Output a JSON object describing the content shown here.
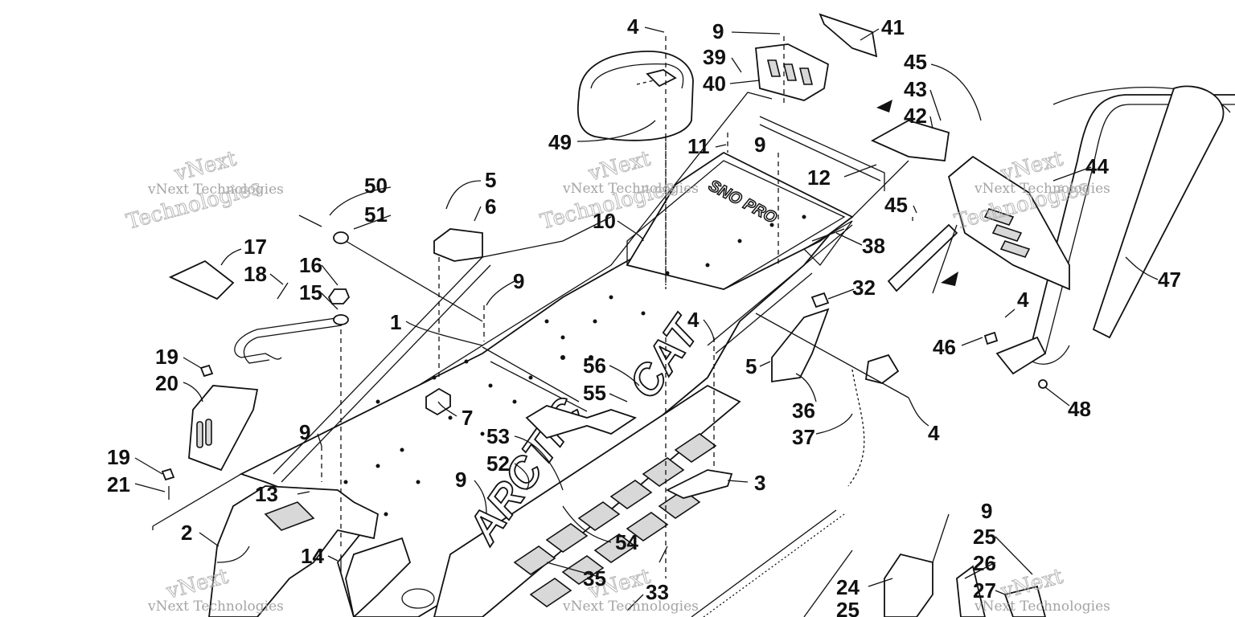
{
  "diagram": {
    "callouts": [
      {
        "id": "c4a",
        "text": "4"
      },
      {
        "id": "c9a",
        "text": "9"
      },
      {
        "id": "c41",
        "text": "41"
      },
      {
        "id": "c39",
        "text": "39"
      },
      {
        "id": "c40",
        "text": "40"
      },
      {
        "id": "c45a",
        "text": "45"
      },
      {
        "id": "c43",
        "text": "43"
      },
      {
        "id": "c42",
        "text": "42"
      },
      {
        "id": "c49",
        "text": "49"
      },
      {
        "id": "c11",
        "text": "11"
      },
      {
        "id": "c9b",
        "text": "9"
      },
      {
        "id": "c12",
        "text": "12"
      },
      {
        "id": "c44",
        "text": "44"
      },
      {
        "id": "c5a",
        "text": "5"
      },
      {
        "id": "c50",
        "text": "50"
      },
      {
        "id": "c6",
        "text": "6"
      },
      {
        "id": "c10",
        "text": "10"
      },
      {
        "id": "c45b",
        "text": "45"
      },
      {
        "id": "c51",
        "text": "51"
      },
      {
        "id": "c38",
        "text": "38"
      },
      {
        "id": "c17",
        "text": "17"
      },
      {
        "id": "c16",
        "text": "16"
      },
      {
        "id": "c18",
        "text": "18"
      },
      {
        "id": "c15",
        "text": "15"
      },
      {
        "id": "c9c",
        "text": "9"
      },
      {
        "id": "c32",
        "text": "32"
      },
      {
        "id": "c47",
        "text": "47"
      },
      {
        "id": "c1",
        "text": "1"
      },
      {
        "id": "c4b",
        "text": "4"
      },
      {
        "id": "c4c",
        "text": "4"
      },
      {
        "id": "c46",
        "text": "46"
      },
      {
        "id": "c19a",
        "text": "19"
      },
      {
        "id": "c56",
        "text": "56"
      },
      {
        "id": "c5b",
        "text": "5"
      },
      {
        "id": "c20",
        "text": "20"
      },
      {
        "id": "c55",
        "text": "55"
      },
      {
        "id": "c48",
        "text": "48"
      },
      {
        "id": "c36",
        "text": "36"
      },
      {
        "id": "c7",
        "text": "7"
      },
      {
        "id": "c4d",
        "text": "4"
      },
      {
        "id": "c53",
        "text": "53"
      },
      {
        "id": "c9d",
        "text": "9"
      },
      {
        "id": "c37",
        "text": "37"
      },
      {
        "id": "c19b",
        "text": "19"
      },
      {
        "id": "c52",
        "text": "52"
      },
      {
        "id": "c21",
        "text": "21"
      },
      {
        "id": "c9e",
        "text": "9"
      },
      {
        "id": "c3",
        "text": "3"
      },
      {
        "id": "c13",
        "text": "13"
      },
      {
        "id": "c9f",
        "text": "9"
      },
      {
        "id": "c2",
        "text": "2"
      },
      {
        "id": "c25a",
        "text": "25"
      },
      {
        "id": "c54",
        "text": "54"
      },
      {
        "id": "c14",
        "text": "14"
      },
      {
        "id": "c26",
        "text": "26"
      },
      {
        "id": "c35",
        "text": "35"
      },
      {
        "id": "c24",
        "text": "24"
      },
      {
        "id": "c27",
        "text": "27"
      },
      {
        "id": "c33",
        "text": "33"
      },
      {
        "id": "c25b",
        "text": "25"
      }
    ],
    "watermark": {
      "line1": "vNext Technologies",
      "line2": "vNext",
      "line3": "Technologies"
    },
    "decals": {
      "cat": "CAT",
      "arctic": "ARCTIC",
      "snow": "SNO PRO"
    }
  }
}
